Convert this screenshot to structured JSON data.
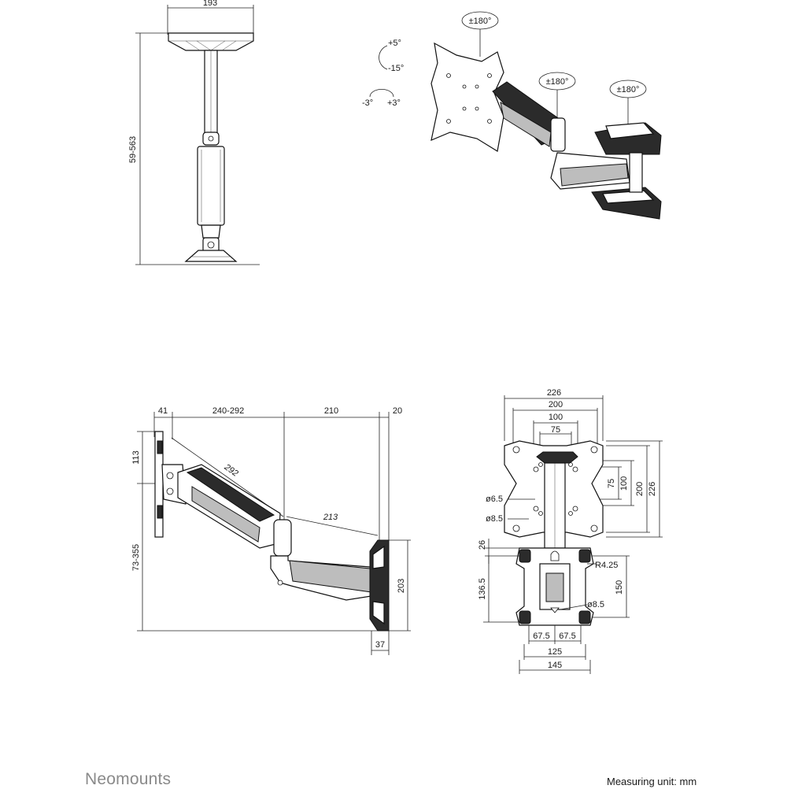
{
  "brand": {
    "logo_text": "Neomounts"
  },
  "footer": {
    "unit_note": "Measuring unit: mm"
  },
  "views": {
    "side_top": {
      "width": "193",
      "height": "59-563"
    },
    "perspective": {
      "tilt_up": "+5°",
      "tilt_down": "-15°",
      "swivel_left": "-3°",
      "swivel_right": "+3°",
      "rot_plate": "±180°",
      "rot_arm": "±180°",
      "rot_wall": "±180°"
    },
    "side_bottom": {
      "d41": "41",
      "reach": "240-292",
      "d210": "210",
      "d20": "20",
      "d113": "113",
      "d73_355": "73-355",
      "arm": "292",
      "arm2": "213",
      "h203": "203",
      "d37": "37"
    },
    "front": {
      "w226": "226",
      "w200": "200",
      "w100": "100",
      "w75": "75",
      "h75": "75",
      "h100": "100",
      "h200": "200",
      "h226": "226",
      "hole1": "ø6.5",
      "hole2": "ø8.5",
      "d26": "26",
      "r": "R4.25",
      "h150": "150",
      "h136": "136.5",
      "hole3": "ø8.5",
      "b67a": "67.5",
      "b67b": "67.5",
      "b125": "125",
      "b145": "145"
    }
  }
}
